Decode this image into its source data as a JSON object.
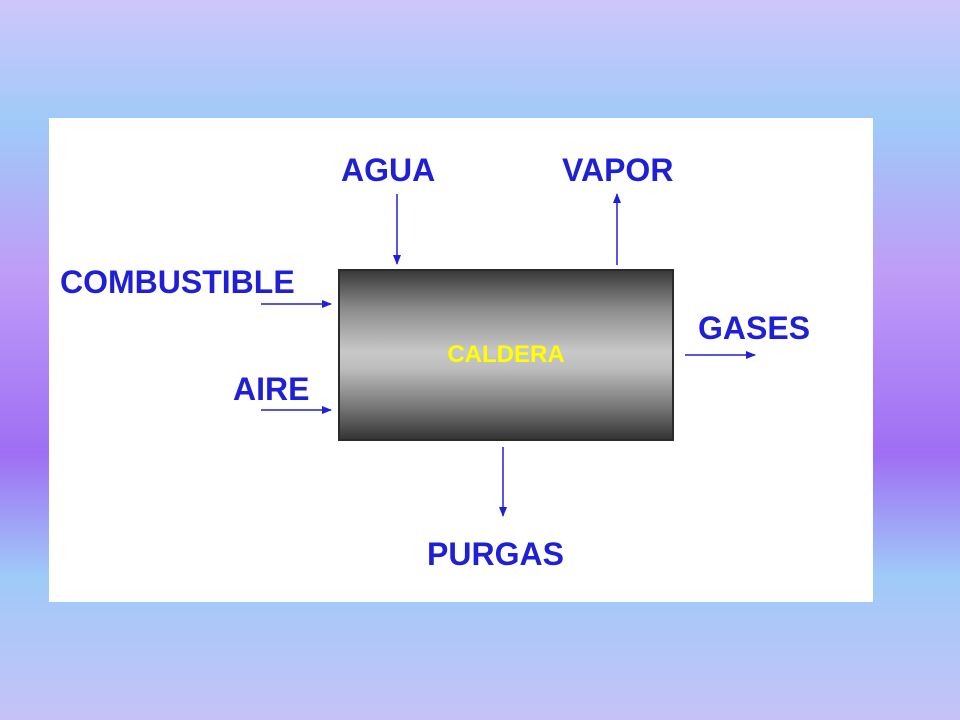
{
  "diagram": {
    "nodes": {
      "boiler": "CALDERA",
      "water": "AGUA",
      "steam": "VAPOR",
      "fuel": "COMBUSTIBLE",
      "air": "AIRE",
      "gases": "GASES",
      "purges": "PURGAS"
    },
    "edges": [
      {
        "from": "water",
        "to": "boiler"
      },
      {
        "from": "boiler",
        "to": "steam"
      },
      {
        "from": "fuel",
        "to": "boiler"
      },
      {
        "from": "air",
        "to": "boiler"
      },
      {
        "from": "boiler",
        "to": "gases"
      },
      {
        "from": "boiler",
        "to": "purges"
      }
    ]
  },
  "colors": {
    "label": "#1f1fd6",
    "boiler_label": "#ffff00",
    "arrow": "#1f1fd6"
  }
}
